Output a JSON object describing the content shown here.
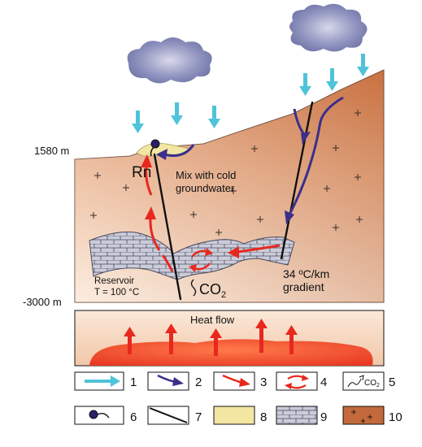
{
  "labels": {
    "elev_top": "1580 m",
    "elev_bottom": "-3000 m",
    "radon": "Rn",
    "mix_line1": "Mix with cold",
    "mix_line2": "groundwater",
    "reservoir_line1": "Reservoir",
    "reservoir_line2": "T = 100 °C",
    "co2": "CO",
    "co2_sub": "2",
    "gradient_line1": "34 ºC/km",
    "gradient_line2": "gradient",
    "heat_flow": "Heat flow"
  },
  "legend": [
    {
      "num": "1",
      "symbol": "cold-water-arrow"
    },
    {
      "num": "2",
      "symbol": "groundwater-flow-arrow"
    },
    {
      "num": "3",
      "symbol": "hot-water-arrow"
    },
    {
      "num": "4",
      "symbol": "convection-arrows"
    },
    {
      "num": "5",
      "symbol": "co2-release",
      "symbol_text": "CO",
      "symbol_sub": "2"
    },
    {
      "num": "6",
      "symbol": "spring-marker"
    },
    {
      "num": "7",
      "symbol": "fault-line"
    },
    {
      "num": "8",
      "symbol": "yellow-deposit"
    },
    {
      "num": "9",
      "symbol": "reservoir-rock"
    },
    {
      "num": "10",
      "symbol": "granite-crust"
    }
  ],
  "colors": {
    "cold_water": "#4fc3d9",
    "groundwater": "#3a2f8a",
    "hot_water": "#e8281e",
    "deposit": "#f3e6a2",
    "reservoir": "#c9cad8",
    "crust_dark": "#c4693b",
    "crust_light": "#f6dcc6",
    "heat": "#f05038"
  }
}
